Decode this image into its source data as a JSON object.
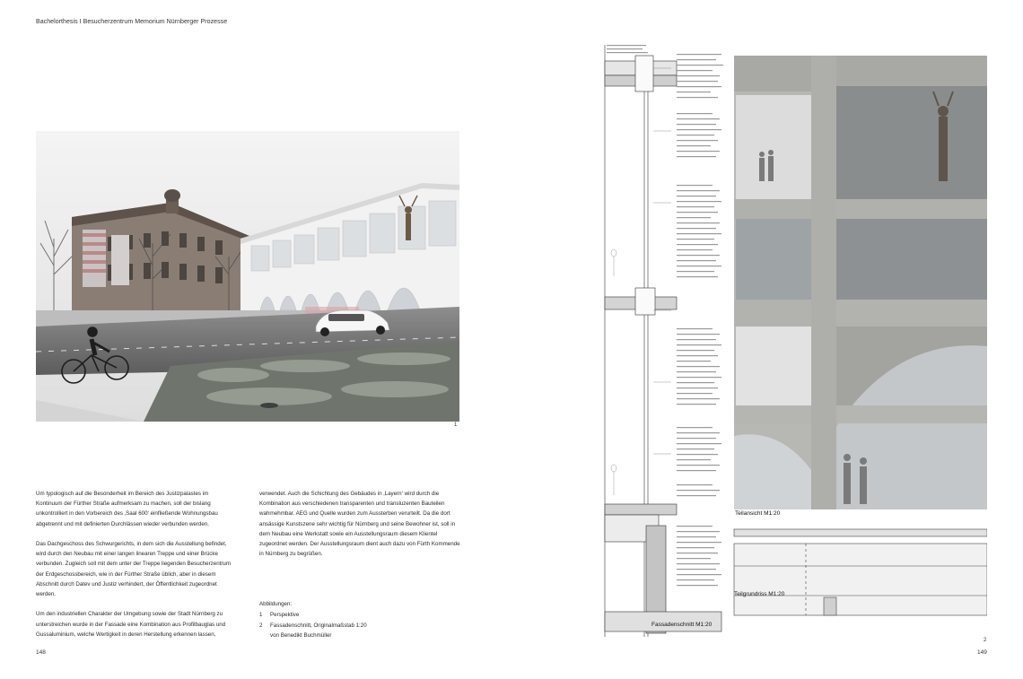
{
  "header": {
    "running_title": "Bachelorthesis I Besucherzentrum Memorium Nürnberger Prozesse"
  },
  "figure1": {
    "number": "1"
  },
  "figure2": {
    "number": "2",
    "label_ansicht": "Teilansicht M1:20",
    "label_grundriss": "Teilgrundriss M1:20",
    "label_schnitt": "Fassadenschnitt M1:20"
  },
  "text": {
    "col1": [
      "Um typologisch auf die Besonderheit im Bereich des Justizpalastes im Kontinuum der Fürther Straße aufmerksam zu machen, soll der bislang unkontrolliert in den Vorbereich des ‚Saal 600‘ einfließende Wohnungsbau abgetrennt und mit definierten Durchlässen wieder verbunden werden.",
      "Das Dachgeschoss des Schwurgerichts, in dem sich die Ausstellung befindet, wird durch den Neubau mit einer langen linearen Treppe und einer Brücke verbunden. Zugleich soll mit dem unter der Treppe liegenden Besucherzentrum der Erdgeschossbereich, wie in der Fürther Straße üblich, aber in diesem Abschnitt durch Datev und Justiz verhindert, der Öffentlichkeit zugeordnet werden.",
      "Um den industriellen Charakter der Umgebung sowie der Stadt Nürnberg zu unterstreichen wurde in der Fassade eine Kombination aus Profilbauglas und Gussaluminium, welche Wertigkeit in deren Herstellung erkennen lassen,"
    ],
    "col2": [
      "verwendet. Auch die Schichtung des Gebäudes in ‚Layern‘ wird durch die Kombination aus verschiedenen transparenten und transluzenten Bauteilen wahrnehmbar.  AEG und Quelle wurden zum Aussterben verurteilt. Da die dort ansässige Kunstszene sehr wichtig für Nürnberg und seine Bewohner ist, soll in dem Neubau eine Werkstatt sowie ein Ausstellungsraum diesem Klientel zugeordnet werden. Der Ausstellungsraum dient auch dazu von Fürth Kommende in Nürnberg zu begrüßen."
    ]
  },
  "captions": {
    "title": "Abbildungen:",
    "items": [
      {
        "num": "1",
        "text": "Perspektive"
      },
      {
        "num": "2",
        "text": "Fassadenschnitt, Originalmaßstab 1:20"
      },
      {
        "num": "",
        "text": "von Benedikt Buchmüller"
      }
    ]
  },
  "pages": {
    "left": "148",
    "right": "149"
  },
  "colors": {
    "text": "#2a2a2a",
    "concrete": "#b9b9b6",
    "glass": "#c8ccd0",
    "sky": "#ececec"
  }
}
